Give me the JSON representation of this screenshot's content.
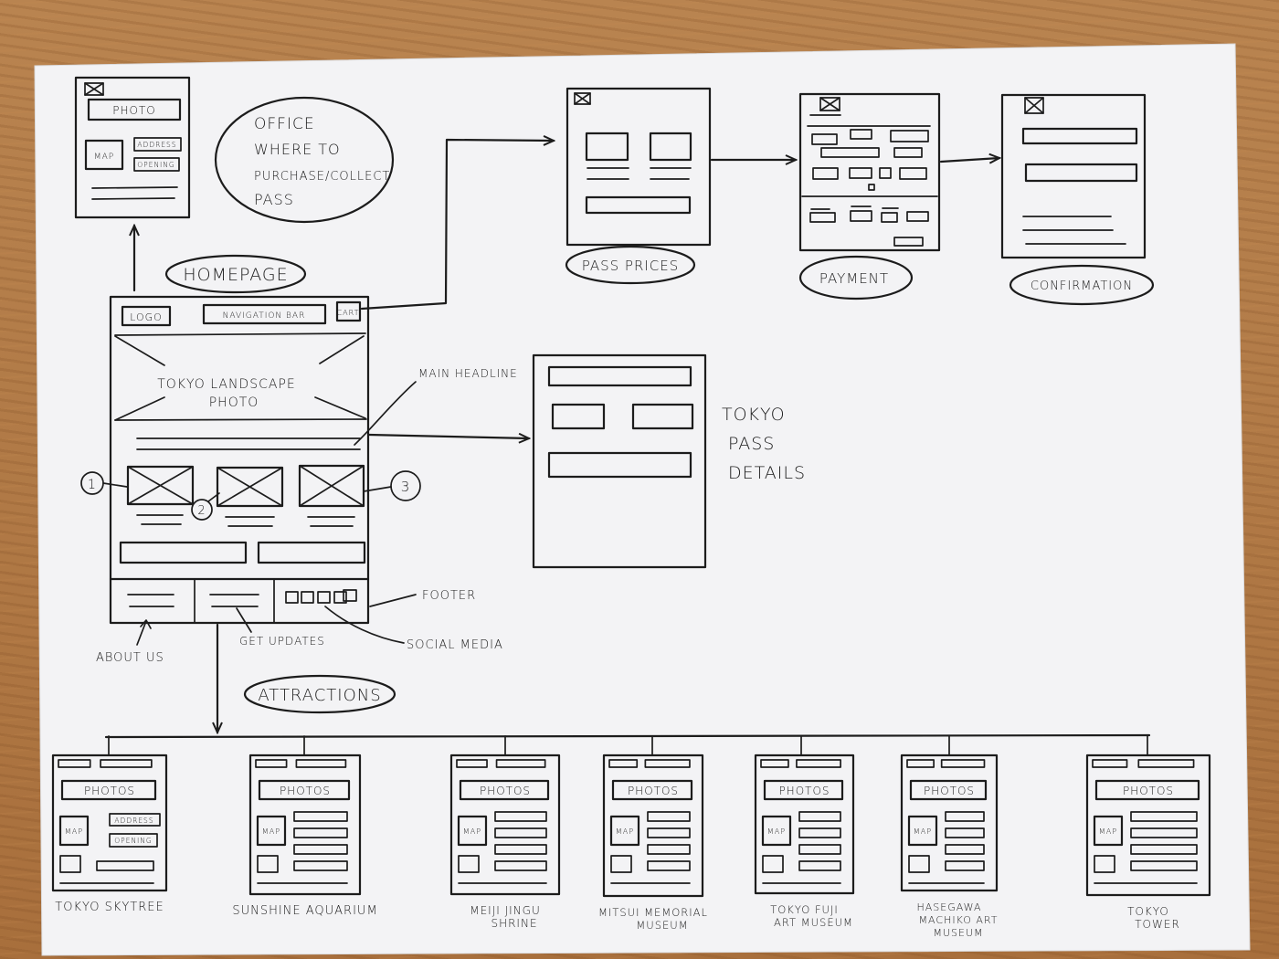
{
  "office": {
    "photo": "PHOTO",
    "map": "MAP",
    "address": "ADDRESS",
    "opening": "OPENING",
    "caption_lines": [
      "OFFICE",
      "WHERE TO",
      "PURCHASE/COLLECT",
      "PASS"
    ]
  },
  "homepage": {
    "label": "HOMEPAGE",
    "logo": "LOGO",
    "nav": "NAVIGATION BAR",
    "cart": "CART",
    "hero_lines": [
      "TOKYO LANDSCAPE",
      "PHOTO"
    ],
    "markers": [
      "1",
      "2",
      "3"
    ]
  },
  "annotations": {
    "main_headline": "MAIN HEADLINE",
    "footer": "FOOTER",
    "social_media": "SOCIAL MEDIA",
    "get_updates": "GET UPDATES",
    "about_us": "ABOUT US",
    "attractions": "ATTRACTIONS"
  },
  "flow": {
    "pass_prices": "PASS PRICES",
    "payment": "PAYMENT",
    "confirmation": "CONFIRMATION"
  },
  "details": {
    "label_lines": [
      "TOKYO",
      "PASS",
      "DETAILS"
    ]
  },
  "attraction_pages": [
    {
      "photos": "PHOTOS",
      "map": "MAP",
      "address": "ADDRESS",
      "opening": "OPENING",
      "name_lines": [
        "TOKYO SKYTREE"
      ]
    },
    {
      "photos": "PHOTOS",
      "map": "MAP",
      "name_lines": [
        "SUNSHINE AQUARIUM"
      ]
    },
    {
      "photos": "PHOTOS",
      "map": "MAP",
      "name_lines": [
        "MEIJI JINGU",
        "SHRINE"
      ]
    },
    {
      "photos": "PHOTOS",
      "map": "MAP",
      "name_lines": [
        "MITSUI MEMORIAL",
        "MUSEUM"
      ]
    },
    {
      "photos": "PHOTOS",
      "map": "MAP",
      "name_lines": [
        "TOKYO FUJI",
        "ART MUSEUM"
      ]
    },
    {
      "photos": "PHOTOS",
      "map": "MAP",
      "name_lines": [
        "HASEGAWA",
        "MACHIKO ART",
        "MUSEUM"
      ]
    },
    {
      "photos": "PHOTOS",
      "map": "MAP",
      "name_lines": [
        "TOKYO",
        "TOWER"
      ]
    }
  ],
  "colors": {
    "ink": "#1c1c1c",
    "paper": "#f4f4f6",
    "table": "#b07a45"
  }
}
